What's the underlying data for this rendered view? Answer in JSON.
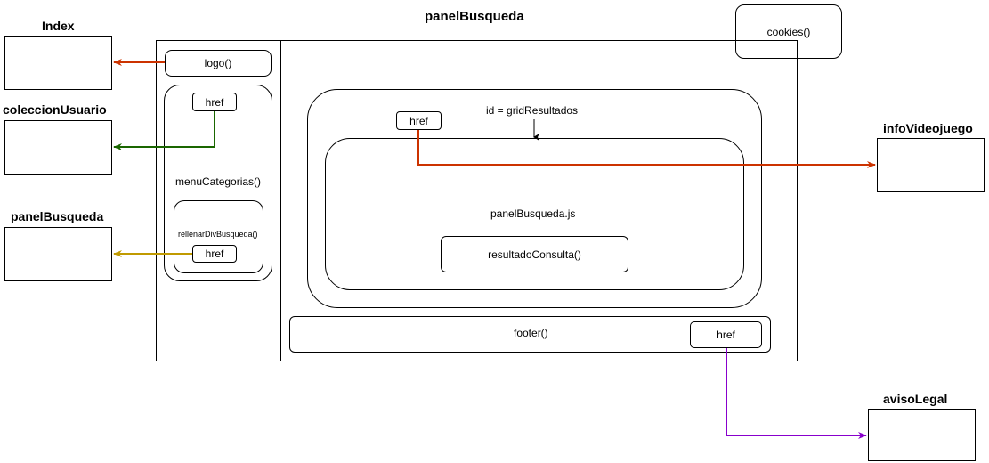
{
  "main_title": "panelBusqueda",
  "nodes": {
    "cookies": "cookies()",
    "logo": "logo()",
    "menu_categorias": "menuCategorias()",
    "rellenar": "rellenarDivBusqueda()",
    "grid_id": "id = gridResultados",
    "panel_js": "panelBusqueda.js",
    "resultado": "resultadoConsulta()",
    "footer": "footer()",
    "href": "href"
  },
  "targets": {
    "index": "Index",
    "coleccion": "coleccionUsuario",
    "panel": "panelBusqueda",
    "info": "infoVideojuego",
    "aviso": "avisoLegal"
  },
  "colors": {
    "logo_to_index": "#cc3300",
    "href_to_coleccion": "#1a6600",
    "href_to_panel": "#c09a00",
    "href_to_info": "#cc3300",
    "href_to_aviso": "#8800cc"
  }
}
